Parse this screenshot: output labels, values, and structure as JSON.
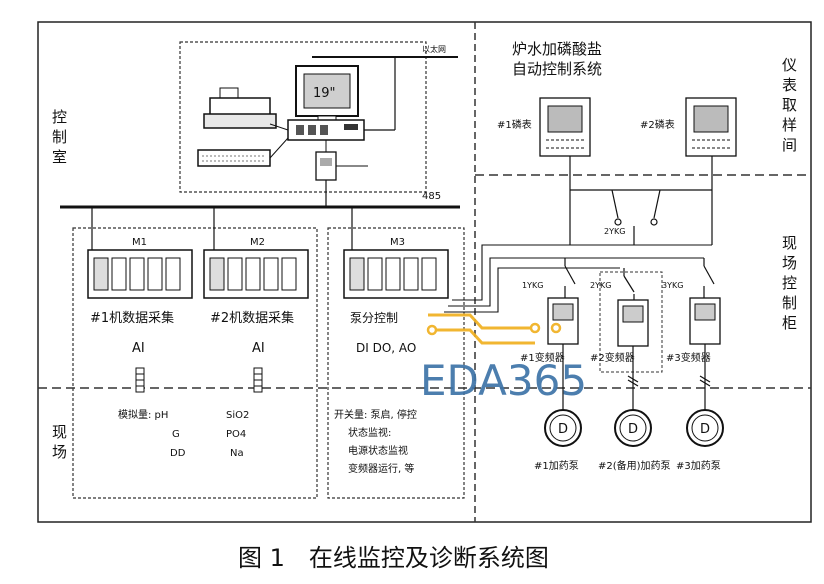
{
  "figure": {
    "caption": "图 1　在线监控及诊断系统图",
    "zones": {
      "control_room": [
        "控",
        "制",
        "室"
      ],
      "instrument_room": [
        "仪",
        "表",
        "取",
        "样",
        "间"
      ],
      "field_cabinet": [
        "现",
        "场",
        "控",
        "制",
        "柜"
      ],
      "field": [
        "现",
        "场"
      ]
    },
    "system_title": [
      "炉水加磷酸盐",
      "自动控制系统"
    ],
    "network": {
      "ethernet": "以太网",
      "bus": "485",
      "monitor_size": "19\""
    },
    "modules": [
      {
        "id": "M1",
        "label": "#1机数据采集",
        "io": "AI",
        "signals": [
          "模拟量: pH",
          "G",
          "DD"
        ]
      },
      {
        "id": "M2",
        "label": "#2机数据采集",
        "io": "AI",
        "signals": [
          "SiO2",
          "PO4",
          "Na"
        ]
      },
      {
        "id": "M3",
        "label": "泵分控制",
        "io": "DI DO, AO",
        "signals": [
          "开关量: 泵启, 停控",
          "状态监视:",
          "电源状态监视",
          "变频器运行, 等"
        ]
      }
    ],
    "meters": [
      "#1磷表",
      "#2磷表"
    ],
    "switch_labels": [
      "1YKG",
      "2YKG",
      "3YKG",
      "2YKG"
    ],
    "inverters": [
      "#1变频器",
      "#2变频器",
      "#3变频器"
    ],
    "pumps": [
      {
        "symbol": "D",
        "label": "#1加药泵"
      },
      {
        "symbol": "D",
        "label": "#2(备用)加药泵"
      },
      {
        "symbol": "D",
        "label": "#3加药泵"
      }
    ],
    "watermark": "EDA365"
  }
}
